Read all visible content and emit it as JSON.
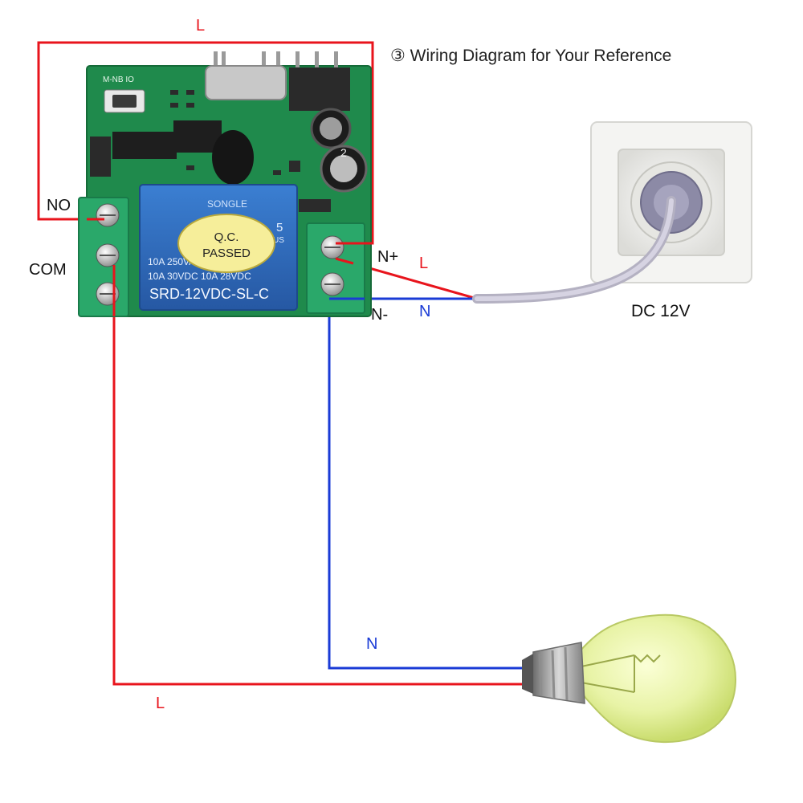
{
  "title": "③ Wiring Diagram for Your Reference",
  "labels": {
    "top_wire": "L",
    "no_terminal": "NO",
    "com_terminal": "COM",
    "n_plus_terminal": "N+",
    "n_minus_terminal": "N-",
    "l_supply": "L",
    "n_supply": "N",
    "n_bulb": "N",
    "l_bulb": "L",
    "power_source": "DC 12V"
  },
  "relay": {
    "brand": "SONGLE",
    "qc_line1": "Q.C.",
    "qc_line2": "PASSED",
    "rating_line1": "10A 250VAC 15A 125VAC",
    "rating_line2": "10A 30VDC 10A 28VDC",
    "model": "SRD-12VDC-SL-C",
    "pin_mark": "5",
    "region_mark": "US"
  },
  "board": {
    "silkscreen": "M-NB IO",
    "cap_mark": "2"
  },
  "colors": {
    "live_wire": "#e8141c",
    "neutral_wire": "#1a3bd6",
    "pcb": "#1f8a4c",
    "terminal_block": "#2aa86a",
    "relay_body": "#2f6fc0",
    "qc_sticker": "#f6ee9a",
    "socket_plate": "#f2f2f0",
    "cable": "#c9c6d4",
    "bulb_glass": "#e8f3a6",
    "bulb_base": "#b9b9b9"
  }
}
